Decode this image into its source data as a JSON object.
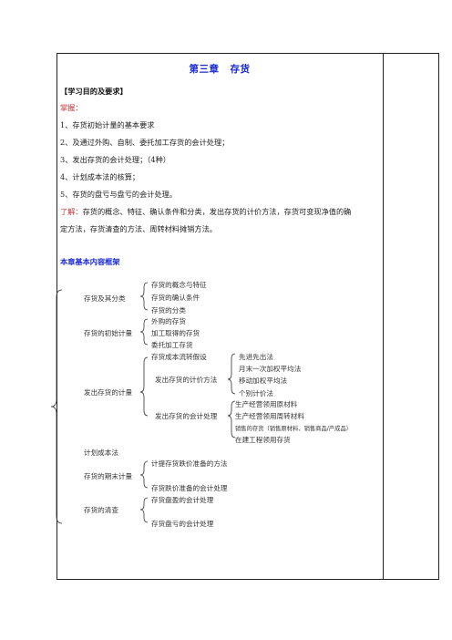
{
  "title": {
    "chapter": "第三章",
    "name": "存货"
  },
  "section_heading": "【学习目的及要求】",
  "master_label": "掌握：",
  "master_items": [
    "1、存货初始计量的基本要求",
    "2、及通过外购、自制、委托加工存货的会计处理；",
    "3、发出存货的会计处理；（4种）",
    "4、计划成本法的核算；",
    "5、存货的盘亏与盘亏的会计处理。"
  ],
  "understand_label": "了解：",
  "understand_text_1": "存货的概念、特征、确认条件和分类，发出存货的计价方法，存货可变现净值的确",
  "understand_text_2": "定方法，存货清查的方法、周转材料摊销方法。",
  "framework_heading": "本章基本内容框架",
  "tree": {
    "g1_label": "存货及其分类",
    "g1_items": [
      "存货的概念与特征",
      "存货的确认条件",
      "存货的分类"
    ],
    "g2_label": "存货的初始计量",
    "g2_items": [
      "外购的存货",
      "加工取得的存货",
      "委托加工存货"
    ],
    "g3_label": "发出存货的计量",
    "g3_a": "存货成本流转假设",
    "g3_b": "发出存货的计价方法",
    "g3_b_items": [
      "先进先出法",
      "月末一次加权平均法",
      "移动加权平均法",
      "个别计价法"
    ],
    "g3_c": "发出存货的会计处理",
    "g3_c_items": [
      "生产经营领用原材料",
      "生产经营领用周转材料",
      "销售的存货（销售原材料、销售商品/产成品）",
      "在建工程领用存货"
    ],
    "g4_label": "计划成本法",
    "g5_label": "存货的期末计量",
    "g5_items": [
      "计提存货跌价准备的方法",
      "存货跌价准备的会计处理"
    ],
    "g6_label": "存货的清查",
    "g6_items": [
      "存货盘盈的会计处理",
      "存货盘亏的会计处理"
    ]
  }
}
